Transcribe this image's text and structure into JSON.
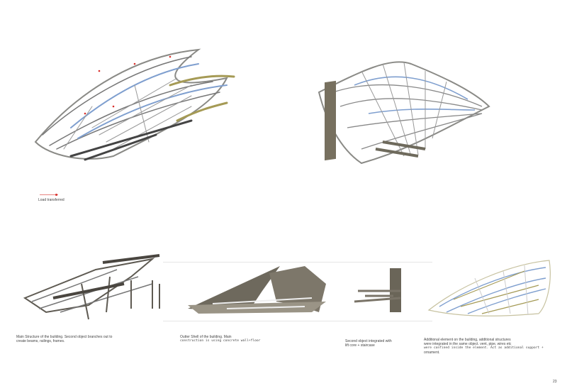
{
  "legend": {
    "marker_color": "#d9302c",
    "label": "Load transferred"
  },
  "captions": [
    {
      "lines": [
        "Main Structure of the building. Second object branches out to",
        "create beams, railings, frames."
      ]
    },
    {
      "lines": [
        "Outter Shell of the building. Main"
      ],
      "mono_lines": [
        "construction is using concrete wall+floor"
      ]
    },
    {
      "lines": [
        "Second object integrated with",
        "lift core + staircase"
      ]
    },
    {
      "lines": [
        "Additional element on the building, additional structures",
        "were integrated in the same object. vent, pipe, wires etc"
      ],
      "mono_lines": [
        "were confined inside the element. Act as additional support +"
      ],
      "tail": "ornament."
    }
  ],
  "page_number": "23",
  "colors": {
    "steel": "#8a8a86",
    "blue": "#7f9fcf",
    "ochre": "#a59a55",
    "concrete": "#77705f"
  }
}
